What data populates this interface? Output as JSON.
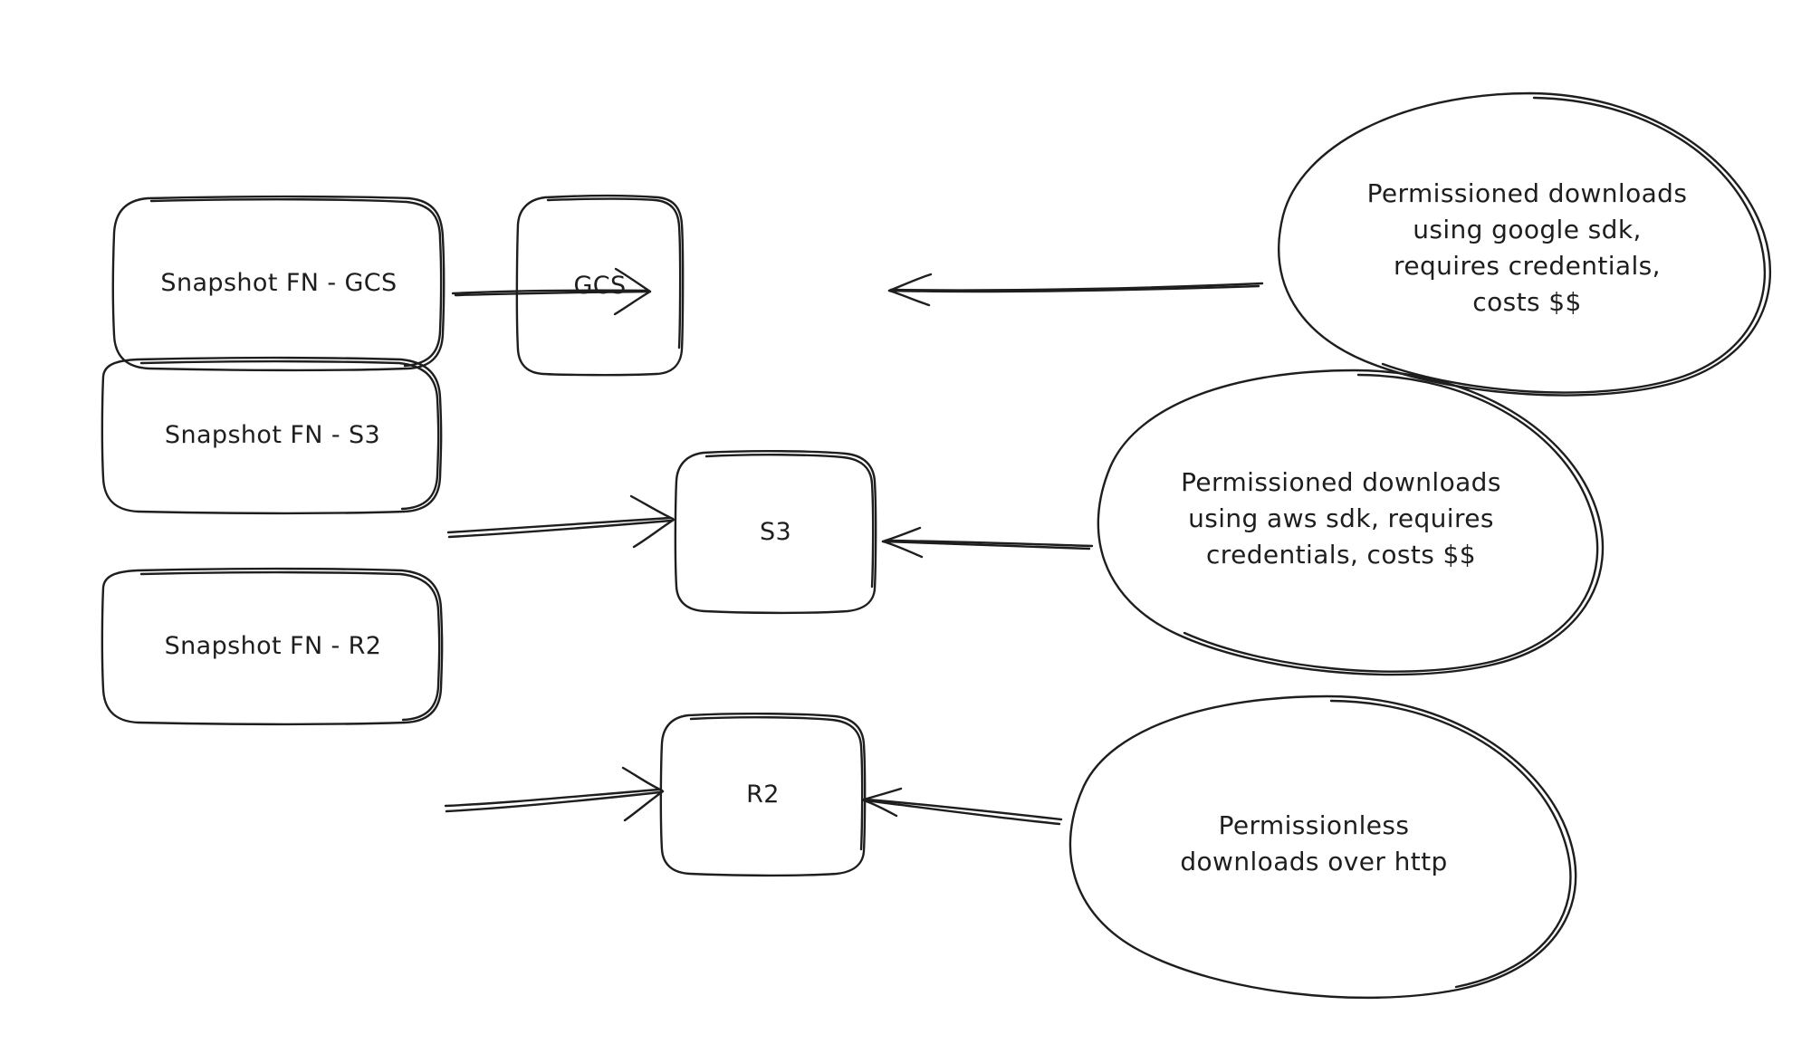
{
  "diagram": {
    "style": "hand-drawn sketch",
    "background_color": "#ffffff",
    "stroke_color": "#1e1e1e",
    "rows": [
      {
        "source": {
          "label": "Snapshot FN - GCS"
        },
        "target": {
          "label": "GCS"
        },
        "note": {
          "label": "Permissioned downloads\nusing google sdk,\nrequires credentials,\ncosts $$"
        },
        "edge_source_to_target": {
          "direction": "right"
        },
        "edge_note_to_target": {
          "direction": "left"
        }
      },
      {
        "source": {
          "label": "Snapshot FN - S3"
        },
        "target": {
          "label": "S3"
        },
        "note": {
          "label": "Permissioned downloads\nusing aws sdk, requires\ncredentials, costs $$"
        },
        "edge_source_to_target": {
          "direction": "right"
        },
        "edge_note_to_target": {
          "direction": "left"
        }
      },
      {
        "source": {
          "label": "Snapshot FN - R2"
        },
        "target": {
          "label": "R2"
        },
        "note": {
          "label": "Permissionless\ndownloads over http"
        },
        "edge_source_to_target": {
          "direction": "right"
        },
        "edge_note_to_target": {
          "direction": "left"
        }
      }
    ]
  }
}
